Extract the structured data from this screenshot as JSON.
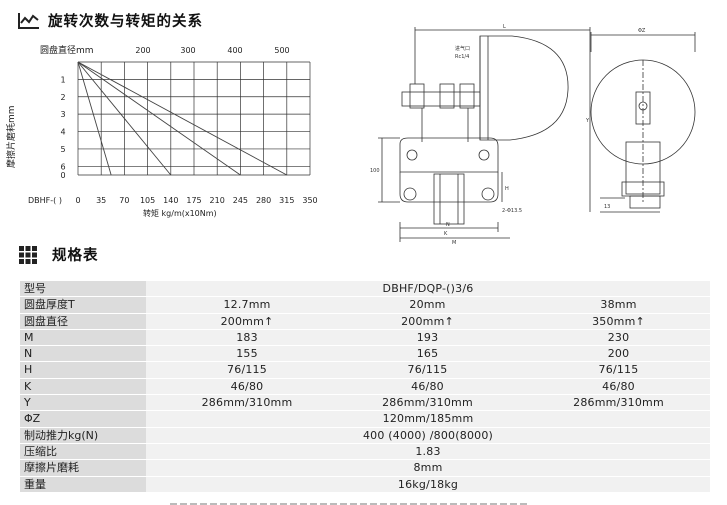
{
  "section1": {
    "title": "旋转次数与转矩的关系"
  },
  "section2": {
    "title": "规格表"
  },
  "chart_data": {
    "type": "line",
    "top_axis": {
      "label": "圆盘直径mm",
      "ticks": [
        "200",
        "300",
        "400",
        "500"
      ]
    },
    "left_axis": {
      "label": "摩擦片磨耗mm",
      "ticks": [
        "1",
        "2",
        "3",
        "4",
        "5",
        "6"
      ],
      "origin_label": "0"
    },
    "x_axis": {
      "label": "转矩 kg/m(x10Nm)",
      "start_label": "DBHF-(  )",
      "ticks": [
        "0",
        "35",
        "70",
        "105",
        "140",
        "175",
        "210",
        "245",
        "280",
        "315",
        "350"
      ]
    },
    "xlim": [
      0,
      350
    ],
    "ylim": [
      0,
      6.5
    ],
    "grid": true,
    "series": [
      {
        "points": [
          [
            0,
            6.5
          ],
          [
            50,
            0
          ]
        ]
      },
      {
        "points": [
          [
            0,
            6.5
          ],
          [
            140,
            0
          ]
        ]
      },
      {
        "points": [
          [
            0,
            6.5
          ],
          [
            245,
            0
          ]
        ]
      },
      {
        "points": [
          [
            0,
            6.5
          ],
          [
            315,
            0
          ]
        ]
      }
    ]
  },
  "drawing": {
    "annotations": [
      "进气口",
      "Rc1/4",
      "L",
      "ΦZ",
      "Y",
      "100",
      "H",
      "K",
      "N",
      "M",
      "2-Φ13.5",
      "13"
    ]
  },
  "spec_table": {
    "rows": [
      {
        "label": "型号",
        "merged": "DBHF/DQP-()3/6"
      },
      {
        "label": "圆盘厚度T",
        "values": [
          "12.7mm",
          "20mm",
          "38mm"
        ]
      },
      {
        "label": "圆盘直径",
        "values": [
          "200mm↑",
          "200mm↑",
          "350mm↑"
        ]
      },
      {
        "label": "M",
        "values": [
          "183",
          "193",
          "230"
        ]
      },
      {
        "label": "N",
        "values": [
          "155",
          "165",
          "200"
        ]
      },
      {
        "label": "H",
        "values": [
          "76/115",
          "76/115",
          "76/115"
        ]
      },
      {
        "label": "K",
        "values": [
          "46/80",
          "46/80",
          "46/80"
        ]
      },
      {
        "label": "Y",
        "values": [
          "286mm/310mm",
          "286mm/310mm",
          "286mm/310mm"
        ]
      },
      {
        "label": "ΦZ",
        "merged": "120mm/185mm"
      },
      {
        "label": "制动推力kg(N)",
        "merged": "400 (4000) /800(8000)"
      },
      {
        "label": "压缩比",
        "merged": "1.83"
      },
      {
        "label": "摩擦片磨耗",
        "merged": "8mm"
      },
      {
        "label": "重量",
        "merged": "16kg/18kg"
      }
    ]
  }
}
